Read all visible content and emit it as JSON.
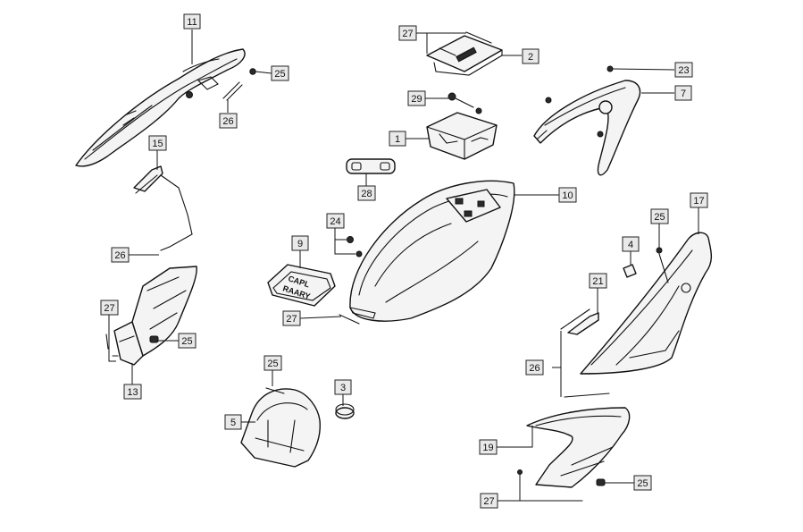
{
  "diagram": {
    "callouts": {
      "c11": "11",
      "c25a": "25",
      "c26a": "26",
      "c27a": "27",
      "c2": "2",
      "c23": "23",
      "c7": "7",
      "c29": "29",
      "c1": "1",
      "c15": "15",
      "c28": "28",
      "c10": "10",
      "c24": "24",
      "c9": "9",
      "c17": "17",
      "c25b": "25",
      "c4": "4",
      "c26b": "26",
      "c21": "21",
      "c27b": "27",
      "c25c": "25",
      "c13": "13",
      "c27c": "27",
      "c25d": "25",
      "c26c": "26",
      "c3": "3",
      "c5": "5",
      "c19": "19",
      "c25e": "25",
      "c27d": "27"
    },
    "part_9_stamp": [
      "CAPL",
      "RAARY"
    ]
  }
}
